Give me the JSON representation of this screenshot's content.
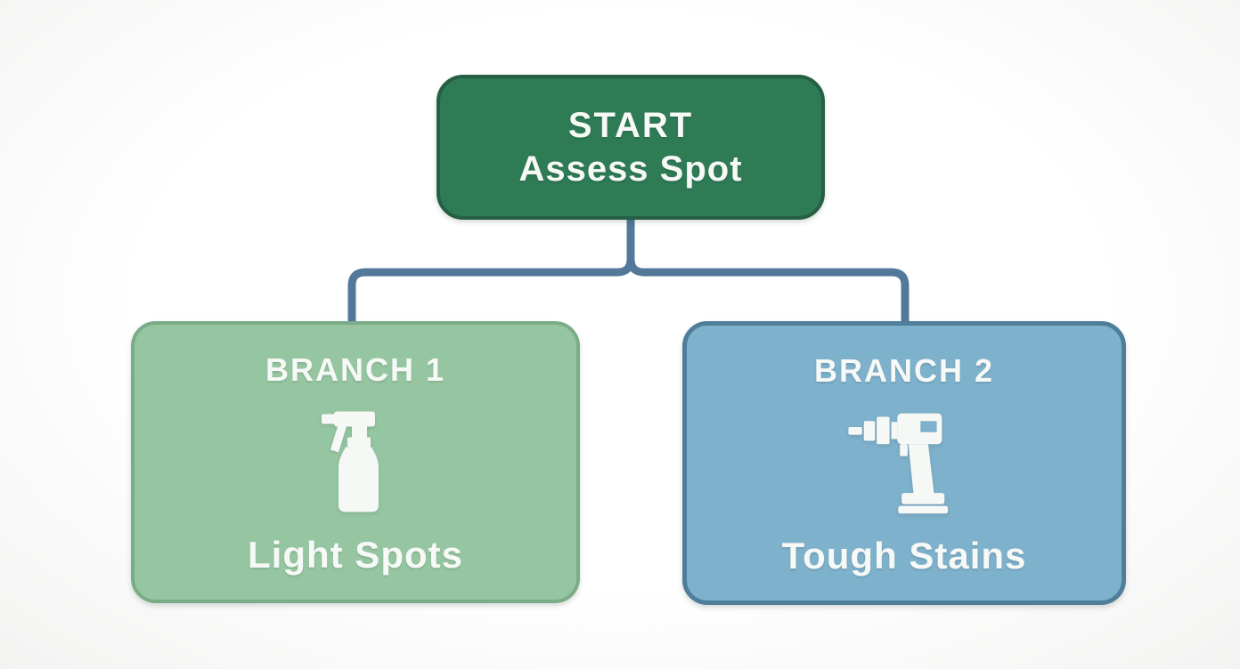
{
  "diagram": {
    "start": {
      "title": "START",
      "subtitle": "Assess Spot"
    },
    "branches": [
      {
        "label": "BRANCH 1",
        "icon": "spray-bottle-icon",
        "caption": "Light Spots"
      },
      {
        "label": "BRANCH 2",
        "icon": "drill-icon",
        "caption": "Tough Stains"
      }
    ],
    "colors": {
      "start_fill": "#2E7B56",
      "start_border": "#265F44",
      "branch1_fill": "#95C6A1",
      "branch1_border": "#79AC87",
      "branch2_fill": "#7EB1CB",
      "branch2_border": "#4F7E9B",
      "connector": "#54789A",
      "text": "#F7F9F7",
      "background": "#FCFCFC"
    }
  }
}
